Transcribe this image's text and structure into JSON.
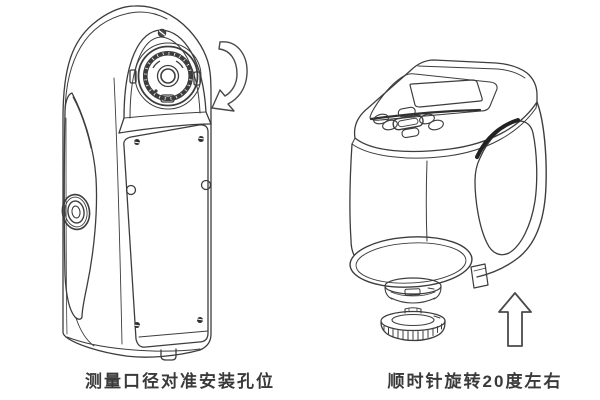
{
  "page": {
    "background_color": "#ffffff",
    "line_color": "#3d3d3d",
    "caption_color": "#3a3a3a"
  },
  "figures": [
    {
      "id": "align-aperture",
      "drawing": "upright-colorimeter-rear-view",
      "arrow_icon": "curved-rotation-arrow",
      "caption": "测量口径对准安装孔位"
    },
    {
      "id": "rotate-lock",
      "drawing": "reclined-colorimeter-with-detached-locking-ring",
      "arrow_icon": "up-arrow",
      "caption": "顺时针旋转20度左右"
    }
  ]
}
